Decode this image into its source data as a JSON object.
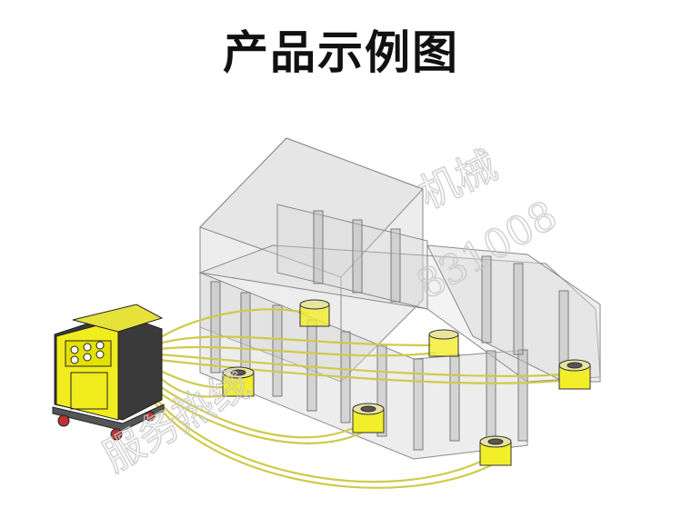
{
  "title": "产品示例图",
  "watermark": {
    "line1": "机械",
    "line2": "831008",
    "line3": "服务热线"
  },
  "colors": {
    "jack": "#f2ee2a",
    "hose": "#d8d25a",
    "structure": "#b5b5b5",
    "pump_unit": "#f0ec1e"
  },
  "illustration": {
    "pump_unit": "hydraulic-pump-station",
    "jack_count": 6
  }
}
